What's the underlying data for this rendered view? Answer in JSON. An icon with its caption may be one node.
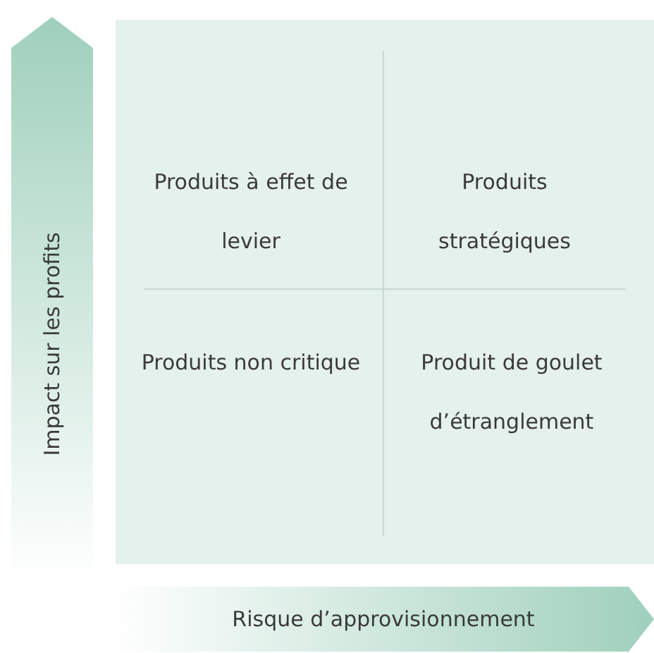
{
  "diagram": {
    "nodes": [
      {
        "text": [
          "Impact sur les profits"
        ]
      },
      {
        "text": [
          "Risque d’approvisionnement"
        ]
      }
    ],
    "labels": [
      "Produits à effet de levier",
      "Produits stratégiques",
      "Produits non critique",
      "Produit de goulet d’étranglement"
    ]
  }
}
